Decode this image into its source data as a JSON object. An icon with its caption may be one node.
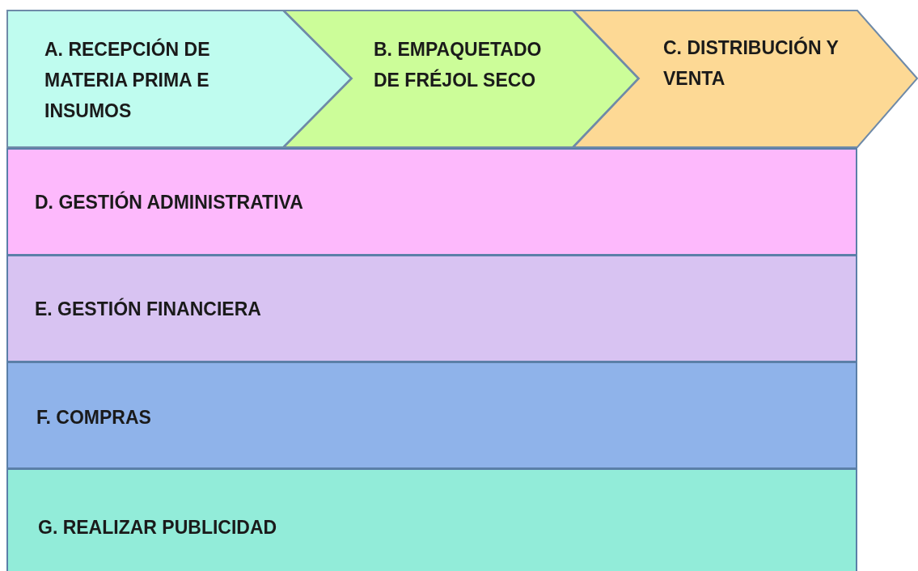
{
  "diagram": {
    "nodes": [
      {
        "text": [
          "A. RECEPCIÓN DE MATERIA PRIMA E INSUMOS"
        ]
      },
      {
        "text": [
          "B. EMPAQUETADO DE FRÉJOL SECO"
        ]
      },
      {
        "text": [
          "C. DISTRIBUCIÓN Y VENTA"
        ]
      },
      {
        "text": [
          "D. GESTIÓN ADMINISTRATIVA"
        ]
      },
      {
        "text": [
          "E. GESTIÓN FINANCIERA"
        ]
      },
      {
        "text": [
          "F. COMPRAS"
        ]
      },
      {
        "text": [
          "G. REALIZAR PUBLICIDAD"
        ]
      }
    ]
  }
}
